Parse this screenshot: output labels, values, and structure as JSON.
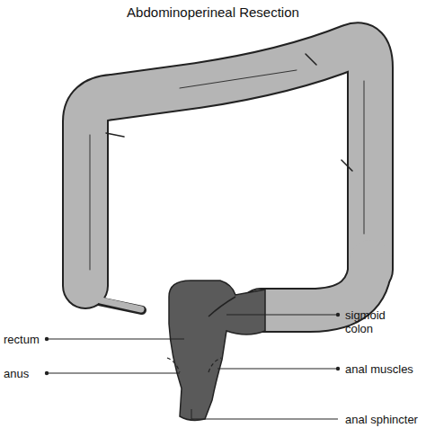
{
  "diagram": {
    "title": "Abdominoperineal Resection",
    "labels": [
      "rectum",
      "anus",
      "sigmoid colon",
      "anal muscles",
      "anal sphincter"
    ]
  }
}
